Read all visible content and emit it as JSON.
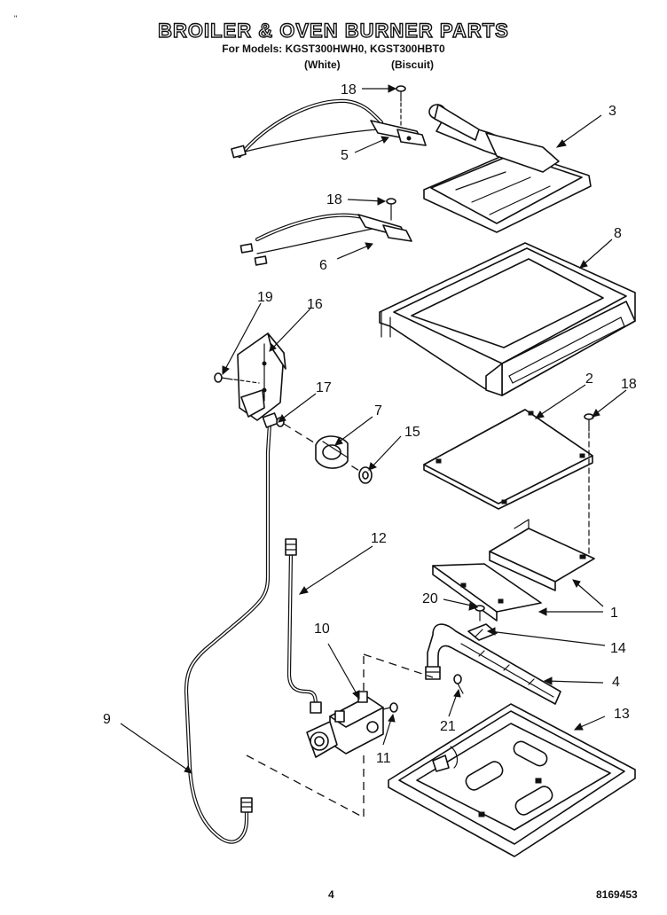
{
  "header": {
    "title": "BROILER & OVEN BURNER PARTS",
    "subtitle": "For Models: KGST300HWH0, KGST300HBT0",
    "variant_1": "(White)",
    "variant_2": "(Biscuit)"
  },
  "footer": {
    "page_number": "4",
    "document_number": "8169453"
  },
  "corner_mark": "\"",
  "callouts": [
    {
      "key": "c18a",
      "label": "18"
    },
    {
      "key": "c3",
      "label": "3"
    },
    {
      "key": "c5",
      "label": "5"
    },
    {
      "key": "c18b",
      "label": "18"
    },
    {
      "key": "c8",
      "label": "8"
    },
    {
      "key": "c6",
      "label": "6"
    },
    {
      "key": "c19",
      "label": "19"
    },
    {
      "key": "c16",
      "label": "16"
    },
    {
      "key": "c17",
      "label": "17"
    },
    {
      "key": "c7",
      "label": "7"
    },
    {
      "key": "c2",
      "label": "2"
    },
    {
      "key": "c18c",
      "label": "18"
    },
    {
      "key": "c15",
      "label": "15"
    },
    {
      "key": "c12",
      "label": "12"
    },
    {
      "key": "c20",
      "label": "20"
    },
    {
      "key": "c1",
      "label": "1"
    },
    {
      "key": "c10",
      "label": "10"
    },
    {
      "key": "c14",
      "label": "14"
    },
    {
      "key": "c4",
      "label": "4"
    },
    {
      "key": "c9",
      "label": "9"
    },
    {
      "key": "c13",
      "label": "13"
    },
    {
      "key": "c21",
      "label": "21"
    },
    {
      "key": "c11",
      "label": "11"
    }
  ]
}
